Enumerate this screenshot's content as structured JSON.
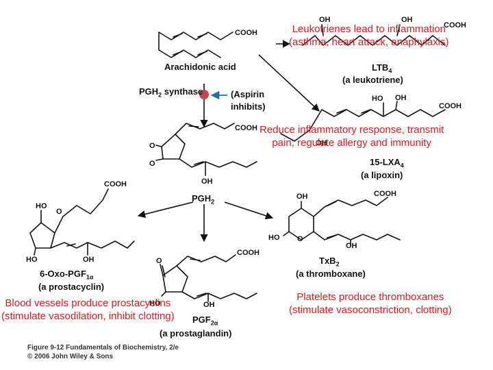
{
  "colors": {
    "note_text": "#e5191c",
    "inhibit_arrow": "#1f6fb5",
    "block_dot": "#c8434b",
    "structure": "#111111"
  },
  "arachidonic": {
    "name": "Arachidonic acid",
    "cooh": "COOH"
  },
  "pgh2_synthase": {
    "prefix": "PGH",
    "sub": "2",
    "suffix": " synthase",
    "aspirin_line1": "(Aspirin",
    "aspirin_line2": "inhibits)"
  },
  "ltb4": {
    "name_prefix": "LTB",
    "name_sub": "4",
    "type": "(a leukotriene)",
    "oh_1": "OH",
    "oh_2": "OH",
    "cooh": "COOH"
  },
  "lxa4": {
    "name_prefix": "15-LXA",
    "name_sub": "4",
    "type": "(a lipoxin)",
    "ho": "HO",
    "oh_1": "OH",
    "oh_2": "OH",
    "cooh": "COOH"
  },
  "pgh2": {
    "name_prefix": "PGH",
    "name_sub": "2",
    "o_top": "O",
    "o_bottom": "O",
    "oh": "OH",
    "cooh": "COOH"
  },
  "prostacyclin": {
    "name_prefix": "6-Oxo-PGF",
    "name_sub": "1α",
    "type": "(a prostacyclin)",
    "ho_1": "HO",
    "ho_2": "HO",
    "oh": "OH",
    "o": "O",
    "cooh": "COOH"
  },
  "prostaglandin": {
    "name_prefix": "PGF",
    "name_sub": "2α",
    "type": "(a prostaglandin)",
    "o": "O",
    "ho": "HO",
    "oh": "OH",
    "cooh": "COOH"
  },
  "thromboxane": {
    "name_prefix": "TxB",
    "name_sub": "2",
    "type": "(a thromboxane)",
    "oh_1": "OH",
    "ho": "HO",
    "o": "O",
    "oh_2": "OH",
    "cooh": "COOH"
  },
  "notes": {
    "leukotrienes": {
      "line1": "Leukotrienes lead to inflammation",
      "line2": "(asthma, heart attack, anaphylaxis)"
    },
    "lipoxins": {
      "line1": "Reduce inflammatory response, transmit",
      "line2": "pain, regulate allergy and immunity"
    },
    "prostacyclins": {
      "line1": "Blood vessels produce prostacyclins",
      "line2": "(stimulate vasodilation, inhibit clotting)"
    },
    "thromboxanes": {
      "line1": "Platelets produce thromboxanes",
      "line2": "(stimulate vasoconstriction, clotting)"
    }
  },
  "caption": {
    "line1": "Figure 9-12  Fundamentals of Biochemistry, 2/e",
    "line2": "© 2006 John Wiley & Sons"
  }
}
